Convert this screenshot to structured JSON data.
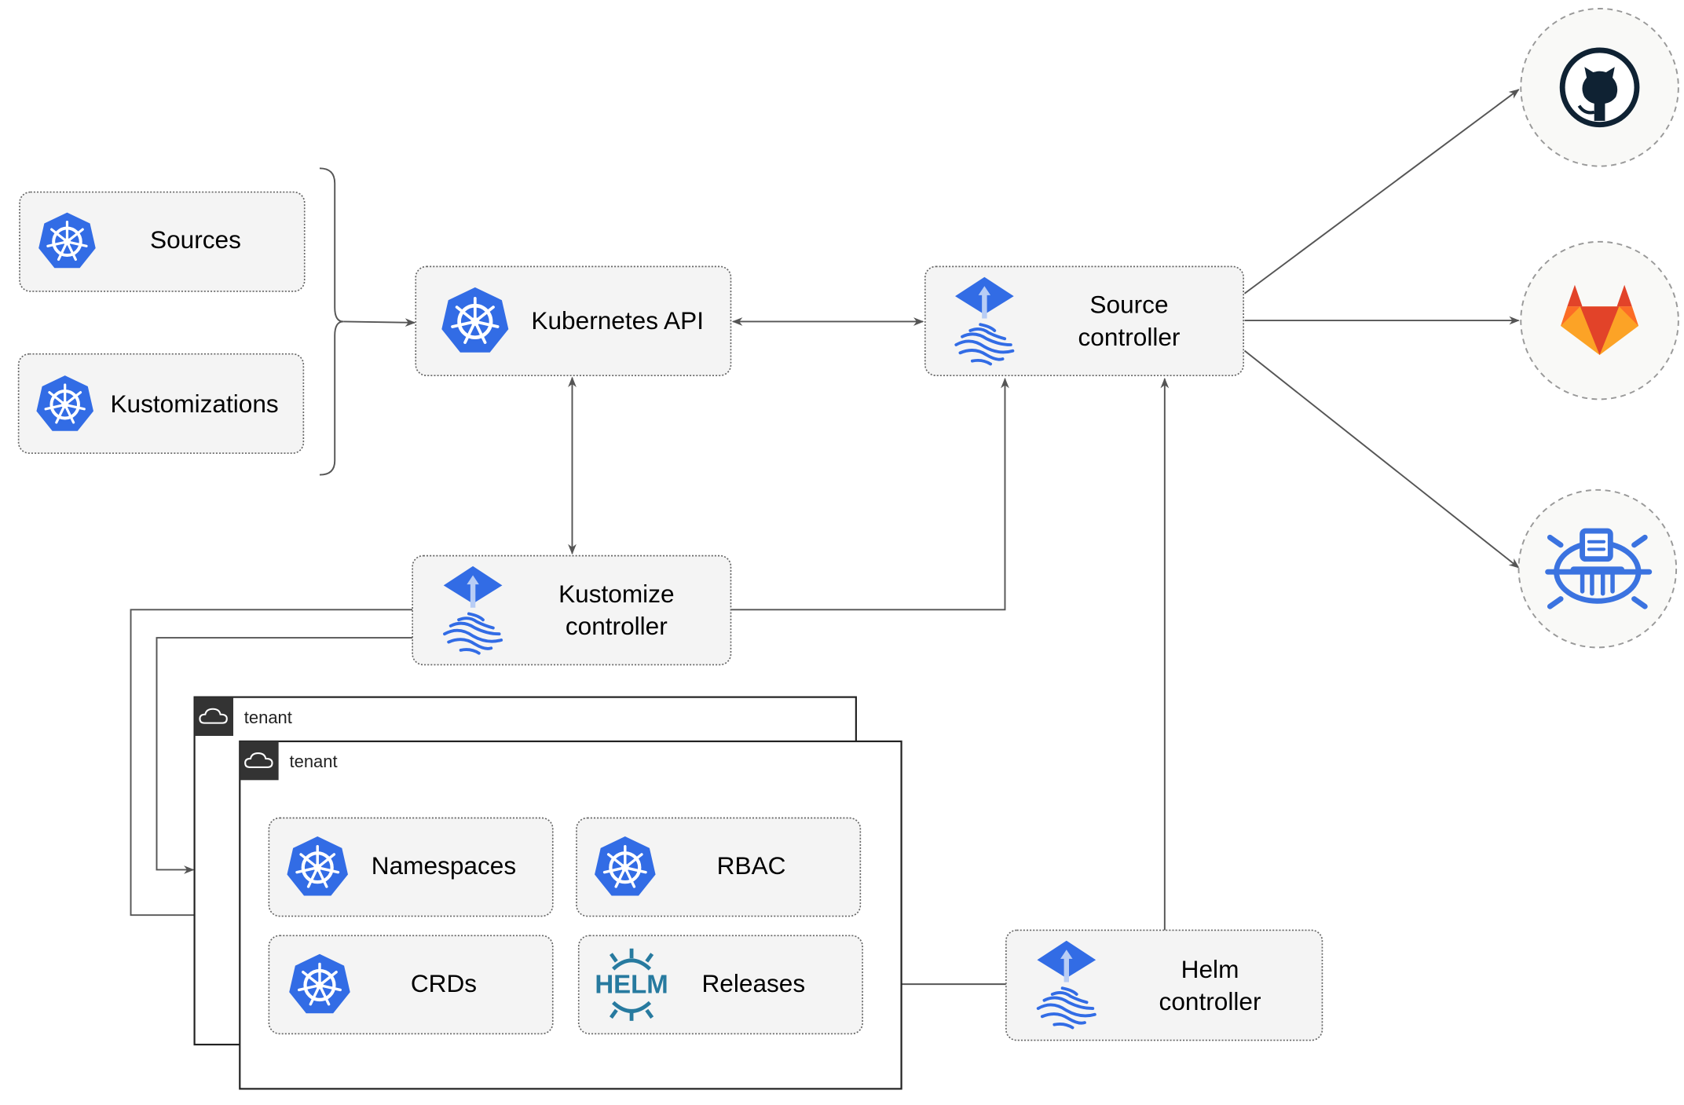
{
  "nodes": {
    "sources": {
      "label": "Sources",
      "icon": "kubernetes-icon"
    },
    "kustomizations": {
      "label": "Kustomizations",
      "icon": "kubernetes-icon"
    },
    "kubernetes_api": {
      "label": "Kubernetes API",
      "icon": "kubernetes-icon"
    },
    "source_controller": {
      "lines": [
        "Source",
        "controller"
      ],
      "icon": "flux-icon"
    },
    "kustomize_controller": {
      "lines": [
        "Kustomize",
        "controller"
      ],
      "icon": "flux-icon"
    },
    "helm_controller": {
      "lines": [
        "Helm",
        "controller"
      ],
      "icon": "flux-icon"
    },
    "namespaces": {
      "label": "Namespaces",
      "icon": "kubernetes-icon"
    },
    "rbac": {
      "label": "RBAC",
      "icon": "kubernetes-icon"
    },
    "crds": {
      "label": "CRDs",
      "icon": "kubernetes-icon"
    },
    "releases": {
      "label": "Releases",
      "icon": "helm-icon",
      "logo_text": "HELM"
    }
  },
  "tenants": [
    {
      "label": "tenant"
    },
    {
      "label": "tenant"
    }
  ],
  "external": [
    "github-icon",
    "gitlab-icon",
    "bucket-icon"
  ],
  "colors": {
    "k8s_blue": "#326ce5",
    "helm_teal": "#277a9f",
    "github_dark": "#0f2233",
    "gitlab_orange": "#e24329",
    "gitlab_light": "#fca326"
  }
}
